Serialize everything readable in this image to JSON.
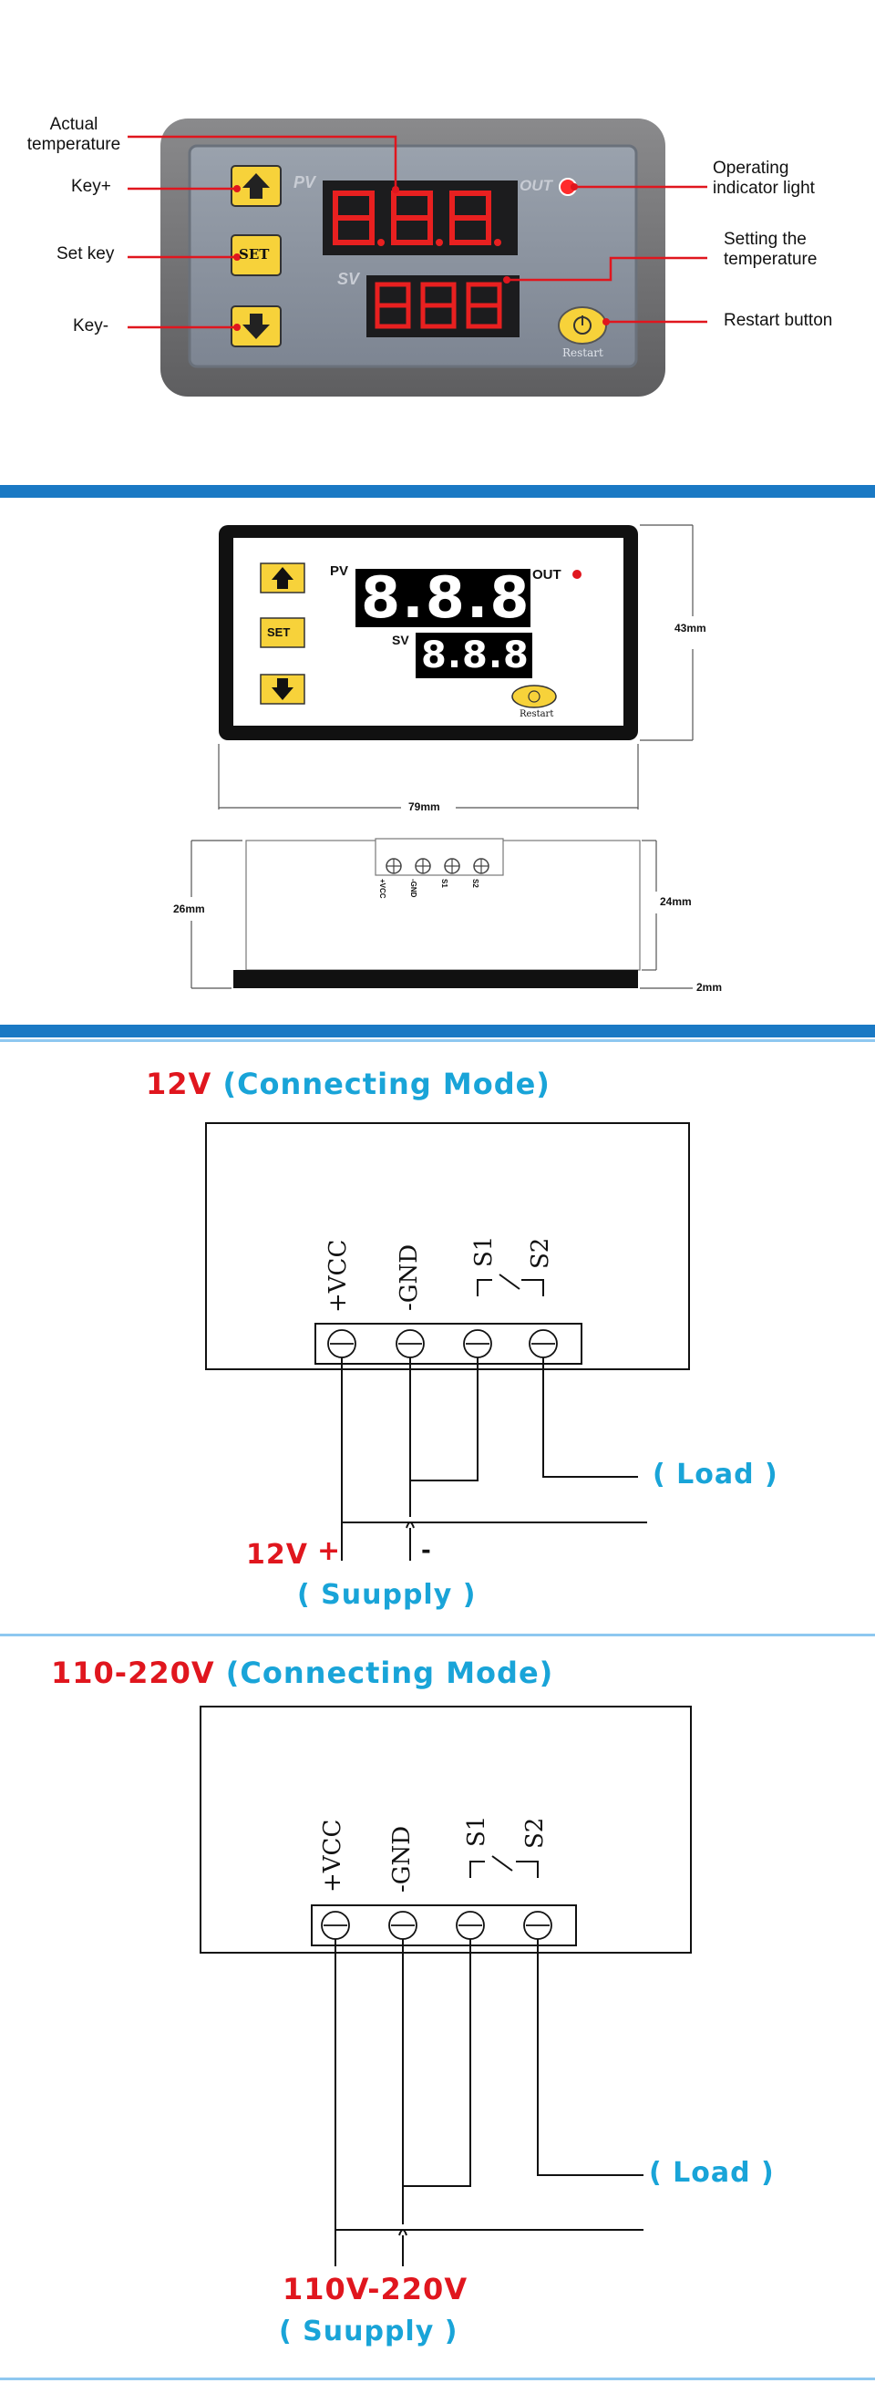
{
  "section1": {
    "labels": {
      "actual_temperature": "Actual\ntemperature",
      "key_plus": "Key+",
      "set_key": "Set key",
      "key_minus": "Key-",
      "operating_indicator": "Operating\nindicator light",
      "setting_temperature": "Setting the\ntemperature",
      "restart_button": "Restart button"
    },
    "panel": {
      "pv": "PV",
      "sv": "SV",
      "out": "OUT",
      "set": "SET",
      "restart": "Restart"
    }
  },
  "section2": {
    "front": {
      "pv": "PV",
      "sv": "SV",
      "out": "OUT",
      "set": "SET",
      "restart": "Restart",
      "pv_display": "8.8.8.",
      "sv_display": "8.8.8."
    },
    "dims": {
      "height": "43mm",
      "width": "79mm",
      "side_height": "26mm",
      "body_height": "24mm",
      "base": "2mm"
    },
    "terminals": [
      "+VCC",
      "-GND",
      "S1",
      "S2"
    ]
  },
  "mode12": {
    "title_voltage": "12V",
    "title_mode": "(Connecting Mode)",
    "terminals": [
      "+VCC",
      "-GND",
      "S1",
      "S2"
    ],
    "load": "( Load )",
    "supply_voltage": "12V",
    "plus": "+",
    "minus": "-",
    "supply": "( Suupply )"
  },
  "mode220": {
    "title_voltage": "110-220V",
    "title_mode": "(Connecting Mode)",
    "terminals": [
      "+VCC",
      "-GND",
      "S1",
      "S2"
    ],
    "load": "( Load )",
    "supply_voltage": "110V-220V",
    "supply": "( Suupply )"
  },
  "colors": {
    "brand_blue": "#1a79c4",
    "accent_red": "#e0161e",
    "accent_cyan": "#19a4d8",
    "led_red": "#ff2b2b",
    "button_yellow": "#f7d23a"
  },
  "icons": [
    "arrow-up-icon",
    "arrow-down-icon",
    "power-icon",
    "screw-terminal-icon"
  ]
}
